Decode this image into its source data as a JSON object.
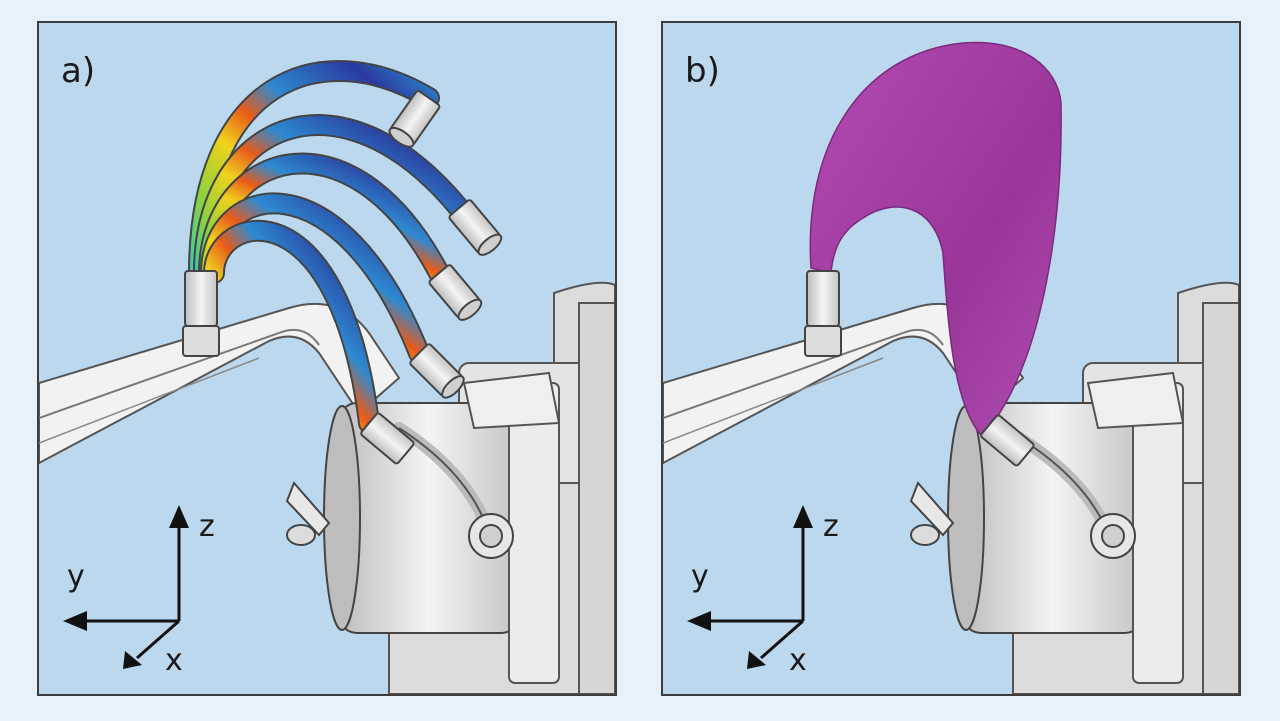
{
  "panels": [
    {
      "id": "a",
      "label": "a)"
    },
    {
      "id": "b",
      "label": "b)"
    }
  ],
  "axes": {
    "z": "z",
    "y": "y",
    "x": "x"
  },
  "colors": {
    "background": "#bcd8ee",
    "hose_envelope": "#a33fa3",
    "hose_gradient": [
      "#2a3a9e",
      "#2e8ad0",
      "#41c9a8",
      "#8fd33a",
      "#f0d21e",
      "#e85a1a",
      "#c01818"
    ],
    "metal": "#e2e2e2"
  }
}
